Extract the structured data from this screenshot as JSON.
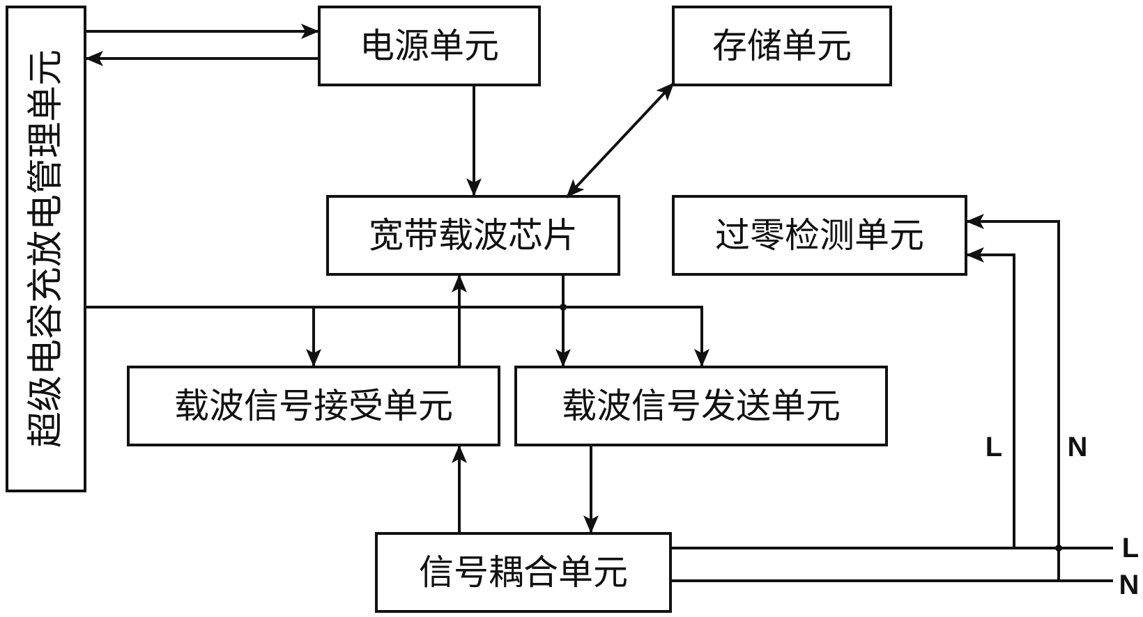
{
  "units": {
    "supercap": "超级电容充放电管理单元",
    "power": "电源单元",
    "storage": "存储单元",
    "chip": "宽带载波芯片",
    "zero_cross": "过零检测单元",
    "receive": "载波信号接受单元",
    "send": "载波信号发送单元",
    "coupling": "信号耦合单元"
  },
  "lines": {
    "live": "L",
    "neutral": "N"
  },
  "colors": {
    "stroke": "#111111",
    "background": "#ffffff"
  }
}
